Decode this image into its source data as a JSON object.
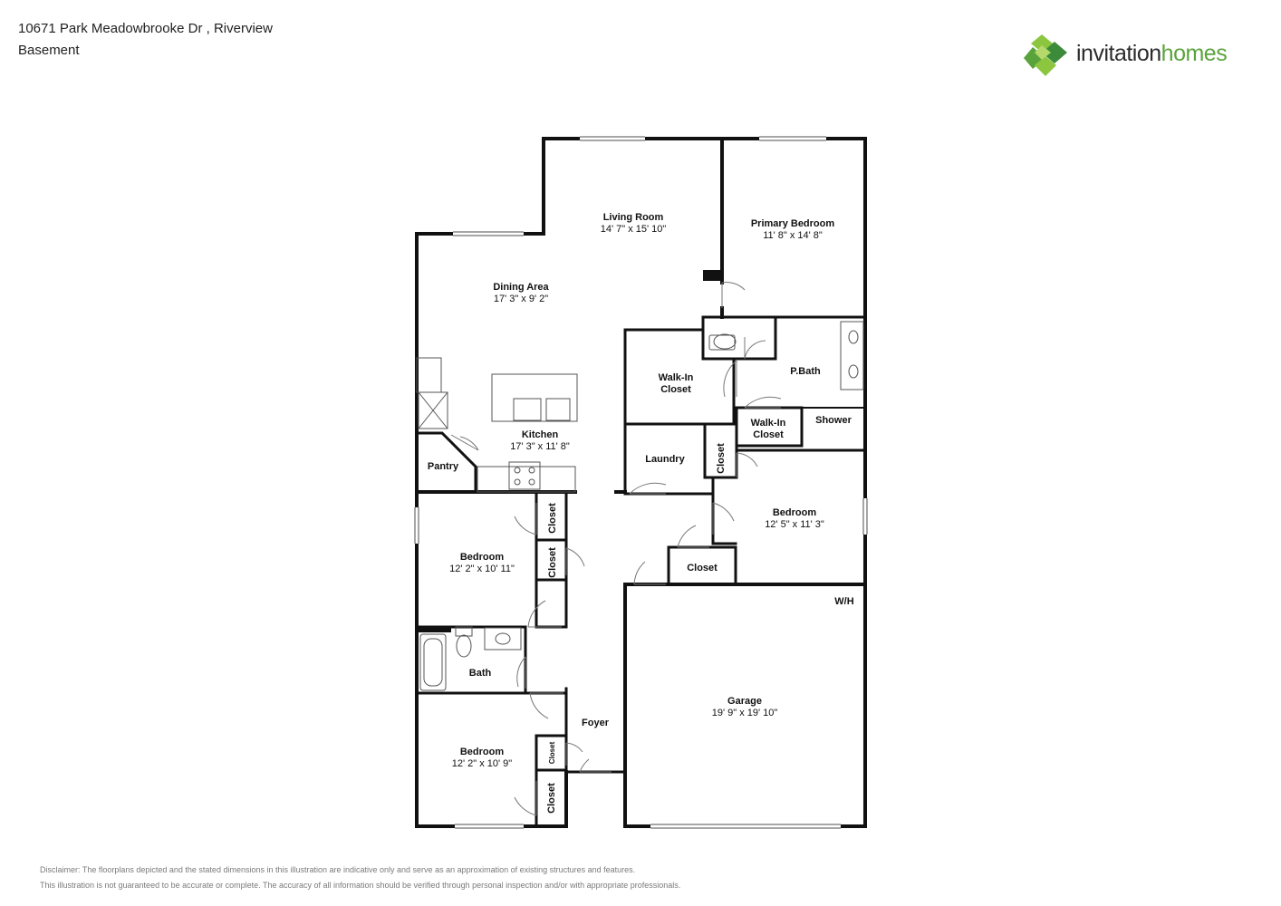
{
  "header": {
    "address": "10671 Park Meadowbrooke Dr , Riverview",
    "level": "Basement"
  },
  "logo": {
    "text_part1": "invitation",
    "text_part2": "homes",
    "colors": {
      "green_light": "#8cc63f",
      "green_dark": "#3c8b3a",
      "text_dark": "#2b2b2b",
      "text_green": "#5aa33c"
    }
  },
  "rooms": {
    "living_room": {
      "name": "Living Room",
      "dims": "14' 7\" x 15' 10\""
    },
    "primary_bedroom": {
      "name": "Primary Bedroom",
      "dims": "11' 8\" x 14' 8\""
    },
    "dining_area": {
      "name": "Dining Area",
      "dims": "17' 3\" x 9' 2\""
    },
    "walk_in_closet_1": {
      "name_line1": "Walk-In",
      "name_line2": "Closet"
    },
    "p_bath": {
      "name": "P.Bath"
    },
    "walk_in_closet_2": {
      "name_line1": "Walk-In",
      "name_line2": "Closet"
    },
    "shower": {
      "name": "Shower"
    },
    "kitchen": {
      "name": "Kitchen",
      "dims": "17' 3\" x 11' 8\""
    },
    "pantry": {
      "name": "Pantry"
    },
    "laundry": {
      "name": "Laundry"
    },
    "closet_laundry": {
      "name": "Closet"
    },
    "bedroom_right": {
      "name": "Bedroom",
      "dims": "12' 5\" x 11' 3\""
    },
    "closet_right": {
      "name": "Closet"
    },
    "bedroom_mid": {
      "name": "Bedroom",
      "dims": "12' 2\" x 10' 11\""
    },
    "closet_mid_1": {
      "name": "Closet"
    },
    "closet_mid_2": {
      "name": "Closet"
    },
    "wh": {
      "name": "W/H"
    },
    "bath": {
      "name": "Bath"
    },
    "garage": {
      "name": "Garage",
      "dims": "19' 9\" x 19' 10\""
    },
    "foyer": {
      "name": "Foyer"
    },
    "bedroom_bottom": {
      "name": "Bedroom",
      "dims": "12' 2\" x 10' 9\""
    },
    "closet_bottom_1": {
      "name": "Closet"
    },
    "closet_bottom_2": {
      "name": "Closet"
    }
  },
  "disclaimer": {
    "line1": "Disclaimer: The floorplans depicted and the stated dimensions in this illustration are indicative only and serve as an approximation of existing structures and features.",
    "line2": "This illustration is not guaranteed to be accurate or complete. The accuracy of all information should be verified through personal inspection and/or with appropriate professionals."
  },
  "style": {
    "wall_color": "#111111",
    "fixture_color": "#555555"
  }
}
